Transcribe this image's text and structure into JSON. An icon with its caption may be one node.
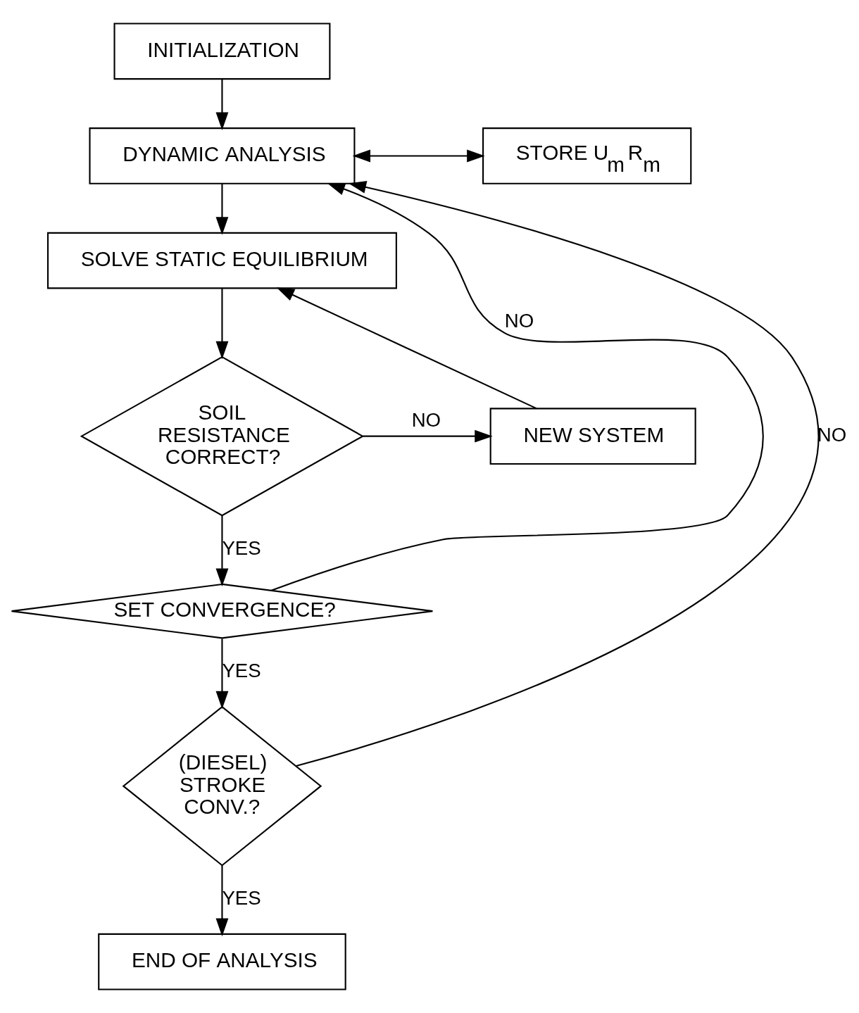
{
  "diagram": {
    "nodes": [
      {
        "text": [
          "INITIALIZATION"
        ]
      },
      {
        "text": [
          "DYNAMIC ANALYSIS"
        ]
      },
      {
        "text": [
          "STORE U$_{m}$ R$_{m}$"
        ]
      },
      {
        "text": [
          "SOLVE STATIC EQUILIBRIUM"
        ]
      },
      {
        "text": [
          "SOIL RESISTANCE CORRECT?"
        ]
      },
      {
        "text": [
          "NEW SYSTEM"
        ]
      },
      {
        "text": [
          "SET CONVERGENCE?"
        ]
      },
      {
        "text": [
          "(DIESEL) STROKE CONV.?"
        ]
      },
      {
        "text": [
          "END OF ANALYSIS"
        ]
      }
    ],
    "edges": [
      {
        "from": 0,
        "to": 1,
        "arrow": "to"
      },
      {
        "from": 1,
        "to": 2,
        "arrow": "both"
      },
      {
        "from": 1,
        "to": 3,
        "arrow": "to"
      },
      {
        "from": 3,
        "to": 4,
        "arrow": "to"
      },
      {
        "from": 4,
        "to": 5,
        "label": "NO",
        "arrow": "to"
      },
      {
        "from": 5,
        "to": 3,
        "arrow": "to"
      },
      {
        "from": 4,
        "to": 6,
        "label": "YES",
        "arrow": "to"
      },
      {
        "from": 6,
        "to": 1,
        "label": "NO",
        "arrow": "to"
      },
      {
        "from": 6,
        "to": 7,
        "label": "YES",
        "arrow": "to"
      },
      {
        "from": 7,
        "to": 1,
        "label": "NO",
        "arrow": "to"
      },
      {
        "from": 7,
        "to": 8,
        "label": "YES",
        "arrow": "to"
      }
    ]
  }
}
